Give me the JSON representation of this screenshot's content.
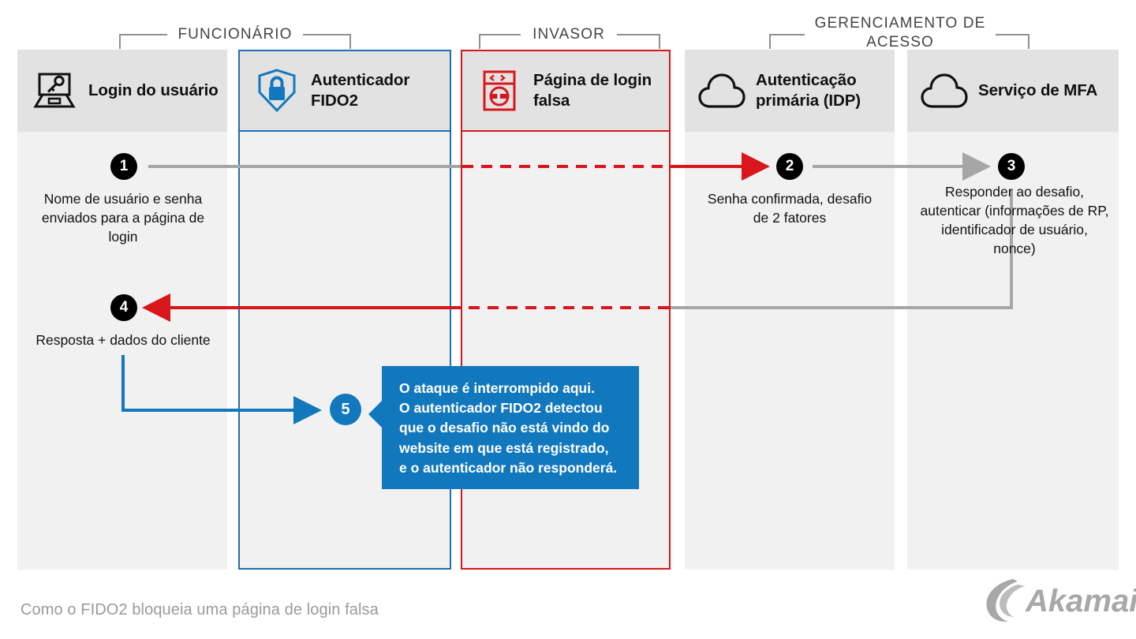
{
  "diagram": {
    "caption": "Como o FIDO2 bloqueia uma página de login falsa",
    "logo_name": "Akamai",
    "colors": {
      "blue": "#1278be",
      "blue_border": "#1f6fb8",
      "red": "#d8161c",
      "gray_line": "#a6a6a6",
      "header_bg": "#e2e2e2",
      "body_bg": "#f1f1f1",
      "badge_bg": "#000000",
      "caption_gray": "#9a9a9a"
    },
    "groups": [
      {
        "id": "funcionario",
        "label": "FUNCIONÁRIO"
      },
      {
        "id": "invasor",
        "label": "INVASOR"
      },
      {
        "id": "gerenciamento",
        "label": "GERENCIAMENTO DE ACESSO"
      }
    ],
    "columns": [
      {
        "id": "login-usuario",
        "label": "Login do usuário",
        "icon": "laptop-key-icon",
        "accent": "none"
      },
      {
        "id": "autenticador-fido2",
        "label": "Autenticador FIDO2",
        "icon": "shield-lock-icon",
        "accent": "blue"
      },
      {
        "id": "pagina-login-falsa",
        "label": "Página de login falsa",
        "icon": "browser-masked-face-icon",
        "accent": "red"
      },
      {
        "id": "autenticacao-primaria",
        "label": "Autenticação primária (IDP)",
        "icon": "cloud-icon",
        "accent": "none"
      },
      {
        "id": "servico-mfa",
        "label": "Serviço de MFA",
        "icon": "cloud-icon",
        "accent": "none"
      }
    ],
    "steps": [
      {
        "number": "1",
        "text": "Nome de usuário e senha enviados para a página de login"
      },
      {
        "number": "2",
        "text": "Senha confirmada, desafio de 2 fatores"
      },
      {
        "number": "3",
        "text": "Responder ao desafio, autenticar (informações de RP, identificador de usuário, nonce)"
      },
      {
        "number": "4",
        "text": "Resposta + dados do cliente"
      },
      {
        "number": "5",
        "text": ""
      }
    ],
    "callout": {
      "number": "5",
      "lines": [
        "O ataque é interrompido aqui.",
        "O autenticador FIDO2 detectou",
        "que o desafio não está vindo do",
        "website em que está registrado,",
        "e o autenticador não responderá."
      ]
    }
  }
}
